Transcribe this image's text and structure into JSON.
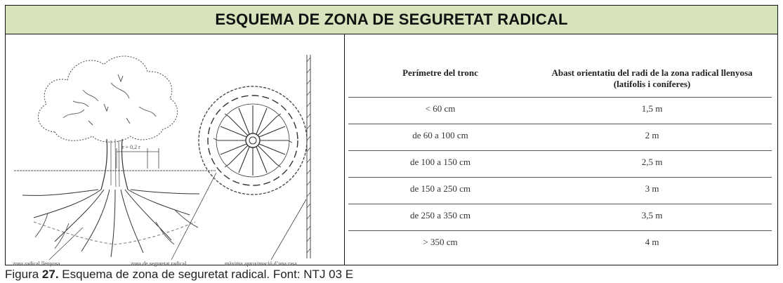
{
  "title": "ESQUEMA DE ZONA DE SEGURETAT RADICAL",
  "illustration": {
    "dimension_label": "r  +  0,2 r",
    "labels": {
      "woody_zone": "zona radical llenyosa",
      "safety_zone": "zona de seguretat radical",
      "max_approach": "màxima aproximació d’una rasa"
    }
  },
  "table": {
    "headers": {
      "trunk": "Perímetre del tronc",
      "radius": "Abast orientatiu del radi de la zona radical llenyosa (latifolis i coníferes)"
    },
    "rows": [
      {
        "trunk": "< 60 cm",
        "radius": "1,5 m"
      },
      {
        "trunk": "de 60 a 100 cm",
        "radius": "2 m"
      },
      {
        "trunk": "de 100 a 150 cm",
        "radius": "2,5 m"
      },
      {
        "trunk": "de 150 a 250 cm",
        "radius": "3 m"
      },
      {
        "trunk": "de 250 a 350 cm",
        "radius": "3,5 m"
      },
      {
        "trunk": "> 350 cm",
        "radius": "4 m"
      }
    ]
  },
  "caption": {
    "prefix": "Figura",
    "number": "27.",
    "text": "Esquema de zona de seguretat radical. Font: NTJ 03 E"
  },
  "colors": {
    "title_bg": "#d6e3bc",
    "border": "#111111",
    "drawing": "#333333"
  }
}
